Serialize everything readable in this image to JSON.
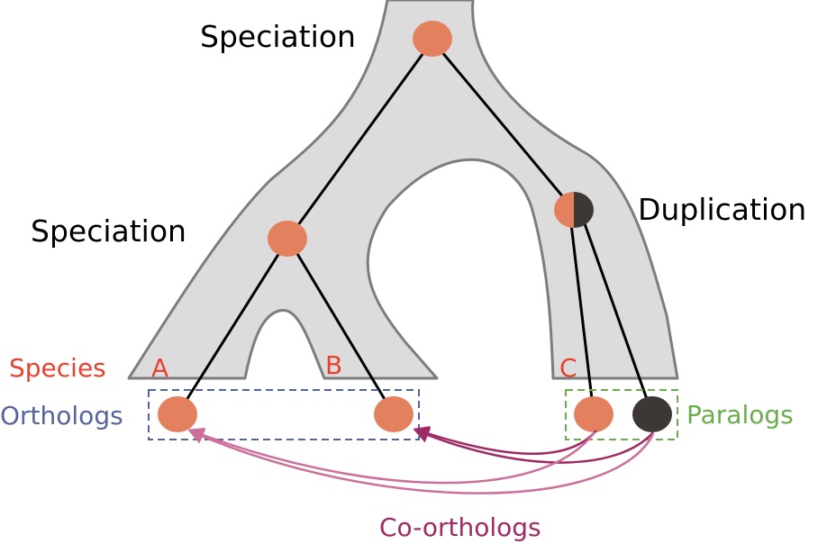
{
  "labels": {
    "speciation_top": "Speciation",
    "speciation_left": "Speciation",
    "duplication": "Duplication",
    "species": "Species",
    "species_a": "A",
    "species_b": "B",
    "species_c": "C",
    "orthologs": "Orthologs",
    "paralogs": "Paralogs",
    "co_orthologs": "Co-orthologs"
  },
  "colors": {
    "species_tree_fill": "#dcdcdc",
    "species_tree_stroke": "#7d7d7d",
    "gene_node": "#e3815e",
    "gene_node_dark": "#3d3735",
    "branch": "#000000",
    "species_text": "#e8412f",
    "orthologs": "#55649c",
    "paralogs": "#6aad4a",
    "co_orthologs": "#a02a65",
    "co_orthologs_light": "#cc6f9a",
    "event_text": "#000000"
  }
}
